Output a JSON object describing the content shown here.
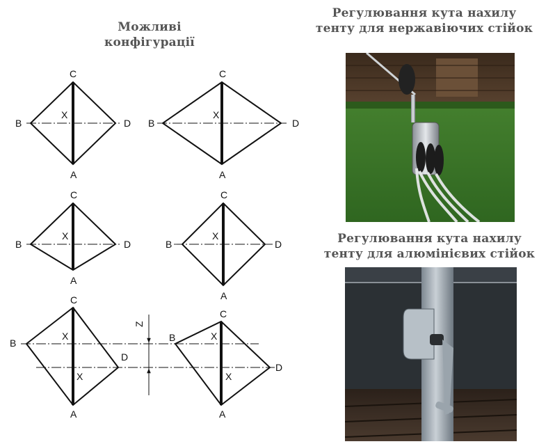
{
  "titles": {
    "configs_line1": "Можливі",
    "configs_line2": "конфігурації",
    "stainless_line1": "Регулювання кута нахилу",
    "stainless_line2": "тенту для нержавіючих стійок",
    "aluminum_line1": "Регулювання кута нахилу",
    "aluminum_line2": "тенту для алюмінієвих стійок"
  },
  "labels": {
    "A": "A",
    "B": "B",
    "C": "C",
    "D": "D",
    "X": "X",
    "Z": "Z"
  },
  "colors": {
    "title_text": "#555555",
    "line": "#111111",
    "lawn": "#3f7a2c",
    "deck": "#3a2a1e"
  }
}
